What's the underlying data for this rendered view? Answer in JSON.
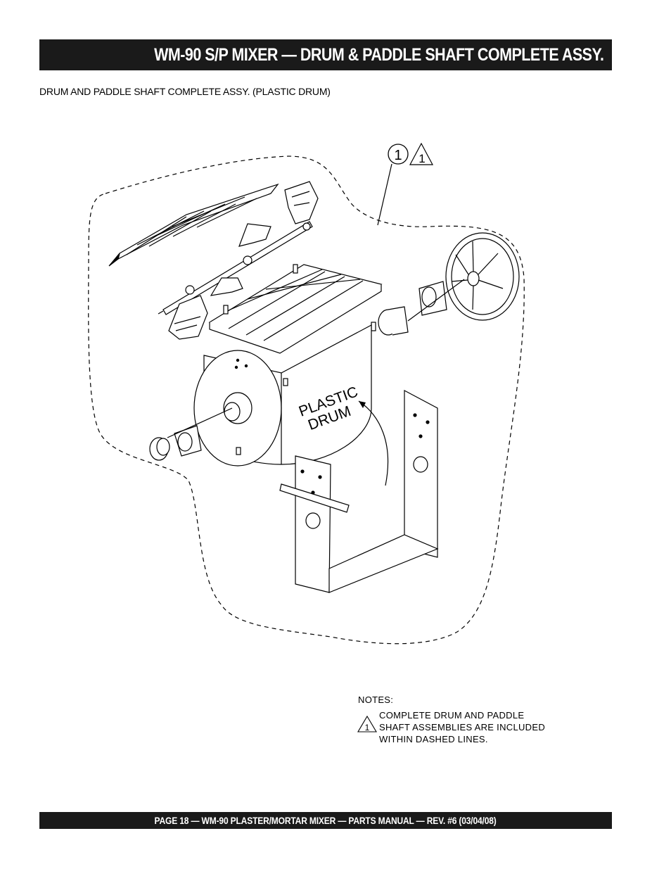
{
  "header": {
    "title": "WM-90 S/P MIXER —  DRUM & PADDLE SHAFT COMPLETE ASSY."
  },
  "subtitle": "DRUM AND PADDLE SHAFT COMPLETE ASSY.  (PLASTIC DRUM)",
  "drawing": {
    "callout_number": "1",
    "callout_note_ref": "1",
    "drum_label_line1": "PLASTIC",
    "drum_label_line2": "DRUM"
  },
  "notes": {
    "heading": "NOTES:",
    "note_ref": "1",
    "lines": [
      "COMPLETE DRUM AND PADDLE",
      "SHAFT ASSEMBLIES ARE INCLUDED",
      "WITHIN DASHED LINES."
    ]
  },
  "footer": {
    "text": "PAGE 18 — WM-90 PLASTER/MORTAR  MIXER — PARTS MANUAL — REV. #6 (03/04/08)"
  }
}
